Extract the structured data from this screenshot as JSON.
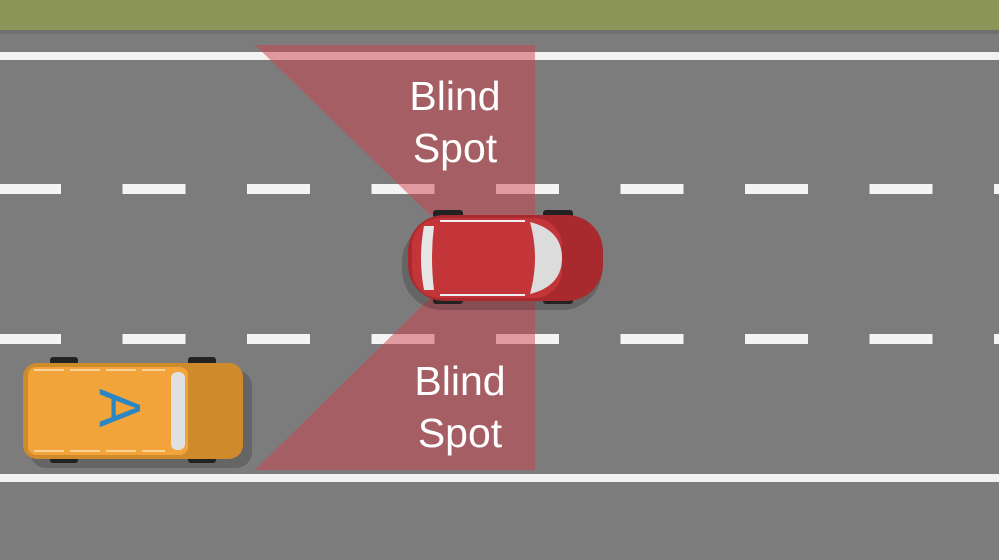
{
  "labels": {
    "top_blind_spot": [
      "Blind",
      "Spot"
    ],
    "bottom_blind_spot": [
      "Blind",
      "Spot"
    ],
    "yellow_car_letter": "A"
  },
  "colors": {
    "grass": "#8d9659",
    "road": "#7c7c7c",
    "lane_marking": "#ffffff",
    "blind_spot": "#d0404e",
    "red_car": "#c4353a",
    "yellow_car": "#f2a33a",
    "letter": "#2b86c2"
  }
}
